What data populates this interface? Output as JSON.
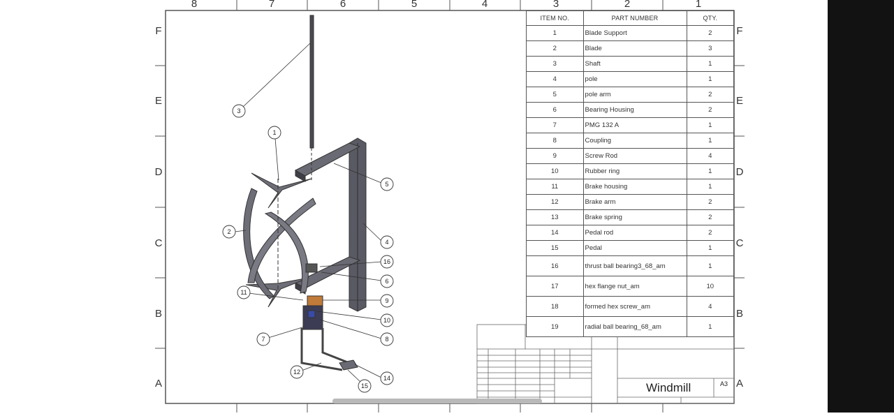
{
  "columns": [
    "8",
    "7",
    "6",
    "5",
    "4",
    "3",
    "2",
    "1"
  ],
  "rows": [
    "F",
    "E",
    "D",
    "C",
    "B",
    "A"
  ],
  "bom": {
    "headers": [
      "ITEM NO.",
      "PART NUMBER",
      "QTY."
    ],
    "items": [
      {
        "no": "1",
        "part": "Blade Support",
        "qty": "2"
      },
      {
        "no": "2",
        "part": "Blade",
        "qty": "3"
      },
      {
        "no": "3",
        "part": "Shaft",
        "qty": "1"
      },
      {
        "no": "4",
        "part": "pole",
        "qty": "1"
      },
      {
        "no": "5",
        "part": "pole arm",
        "qty": "2"
      },
      {
        "no": "6",
        "part": "Bearing Housing",
        "qty": "2"
      },
      {
        "no": "7",
        "part": "PMG 132 A",
        "qty": "1"
      },
      {
        "no": "8",
        "part": "Coupling",
        "qty": "1"
      },
      {
        "no": "9",
        "part": "Screw Rod",
        "qty": "4"
      },
      {
        "no": "10",
        "part": "Rubber ring",
        "qty": "1"
      },
      {
        "no": "11",
        "part": "Brake housing",
        "qty": "1"
      },
      {
        "no": "12",
        "part": "Brake arm",
        "qty": "2"
      },
      {
        "no": "13",
        "part": "Brake spring",
        "qty": "2"
      },
      {
        "no": "14",
        "part": "Pedal rod",
        "qty": "2"
      },
      {
        "no": "15",
        "part": "Pedal",
        "qty": "1"
      },
      {
        "no": "16",
        "part": "thrust ball bearing3_68_am",
        "qty": "1"
      },
      {
        "no": "17",
        "part": "hex flange nut_am",
        "qty": "10"
      },
      {
        "no": "18",
        "part": "formed hex screw_am",
        "qty": "4"
      },
      {
        "no": "19",
        "part": "radial ball bearing_68_am",
        "qty": "1"
      }
    ]
  },
  "balloons": [
    "3",
    "1",
    "5",
    "2",
    "4",
    "16",
    "6",
    "11",
    "9",
    "10",
    "8",
    "7",
    "12",
    "14",
    "15"
  ],
  "title_block": {
    "title": "Windmill",
    "size": "A3"
  },
  "colors": {
    "line": "#555555",
    "part_fill": "#4a4a52",
    "page": "#ffffff",
    "sidebar": "#121212"
  }
}
